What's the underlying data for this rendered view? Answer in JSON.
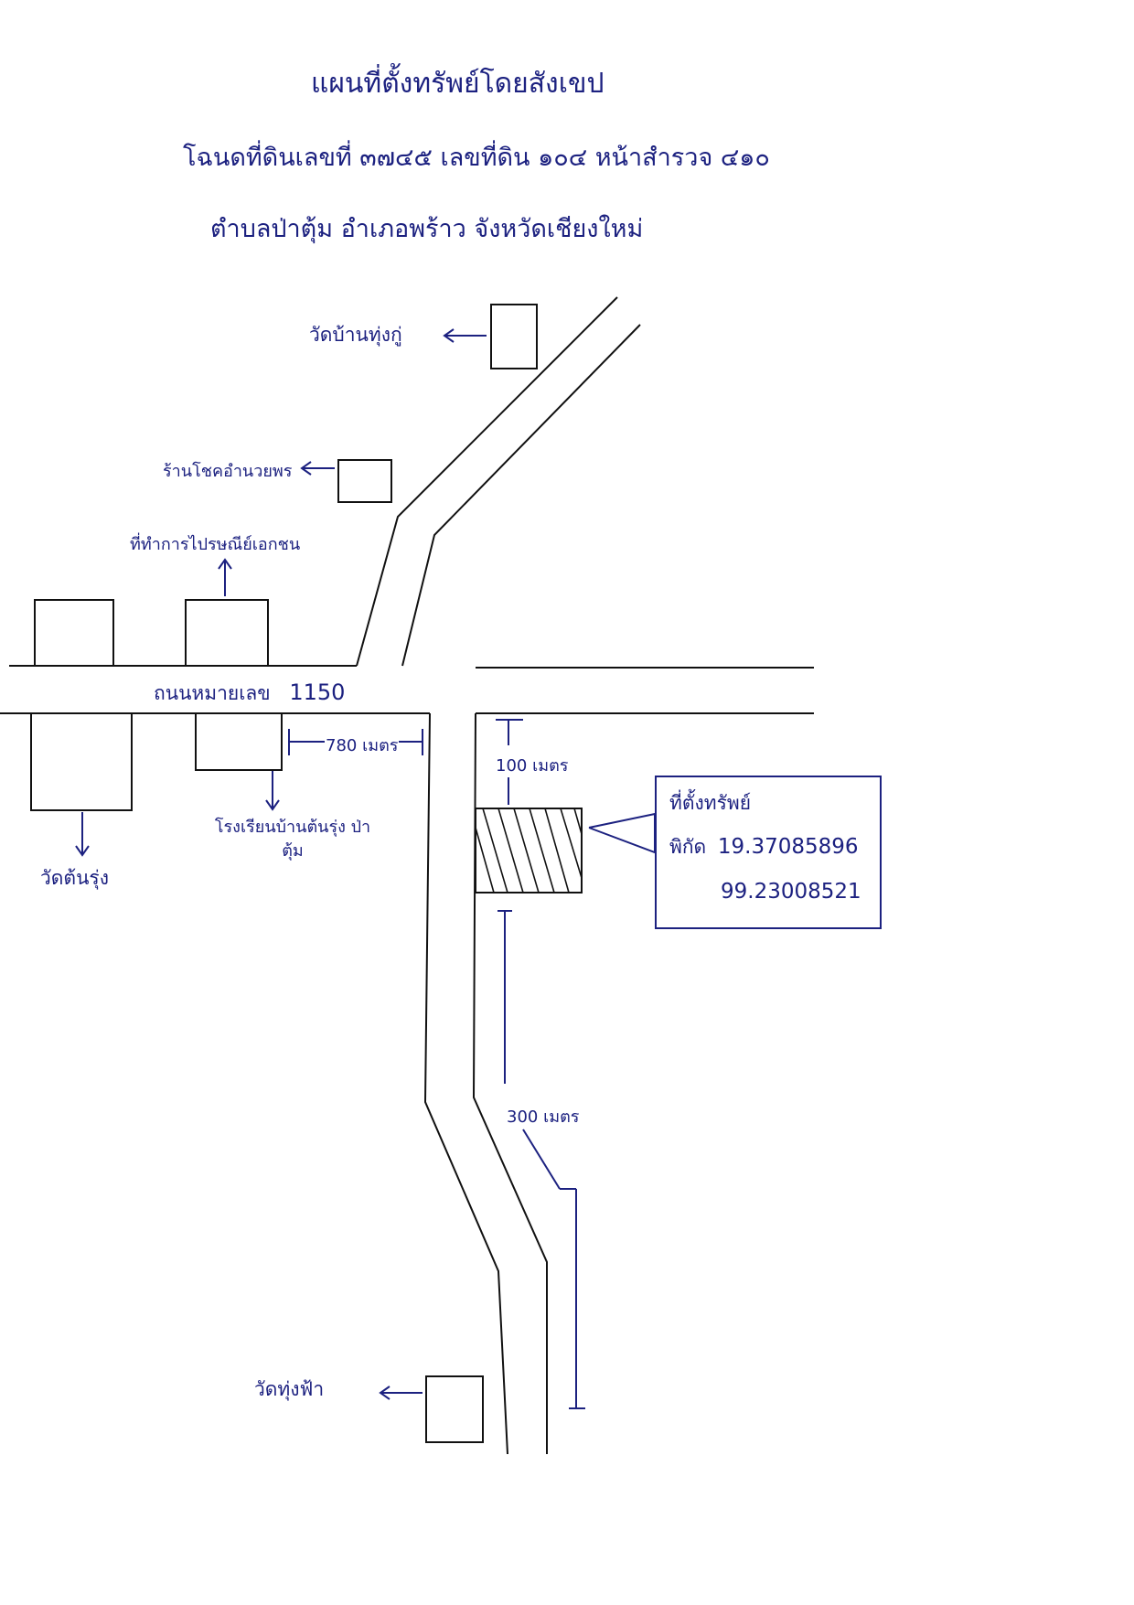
{
  "header": {
    "title": "แผนที่ตั้งทรัพย์โดยสังเขป",
    "line2": "โฉนดที่ดินเลขที่ ๓๗๔๕ เลขที่ดิน ๑๐๔ หน้าสำรวจ ๔๑๐",
    "line3": "ตำบลป่าตุ้ม อำเภอพร้าว จังหวัดเชียงใหม่"
  },
  "landmarks": {
    "wat_ban_thung_ku": "วัดบ้านทุ่งกู่",
    "health_center": "ร้านโชคอำนวยพร",
    "post_office": "ที่ทำการไปรษณีย์เอกชน",
    "wat_ton_rung": "วัดต้นรุ่ง",
    "school": "โรงเรียนบ้านต้นรุ่ง ป่าตุ้ม",
    "wat_thung_fah": "วัดทุ่งฟ้า"
  },
  "road": {
    "name": "ถนนหมายเลข",
    "number": "1150"
  },
  "distances": {
    "d780": "780 เมตร",
    "d100": "100 เมตร",
    "d300": "300 เมตร"
  },
  "property": {
    "label": "ที่ตั้งทรัพย์",
    "coord_label": "พิกัด",
    "lat": "19.37085896",
    "lon": "99.23008521"
  },
  "colors": {
    "ink": "#1c2180",
    "line": "#111111"
  }
}
